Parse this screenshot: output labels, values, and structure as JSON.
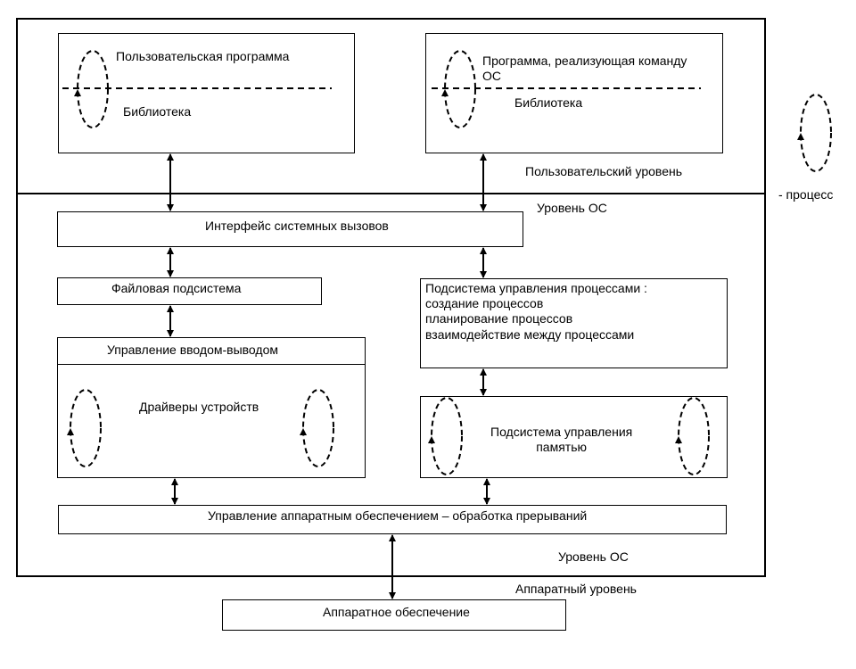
{
  "user_program": {
    "title": "Пользовательская программа",
    "library": "Библиотека"
  },
  "os_command_program": {
    "title": "Программа, реализующая команду\nОС",
    "library": "Библиотека"
  },
  "user_level_label": "Пользовательский уровень",
  "os_level_label_top": "Уровень ОС",
  "os_level_label_bottom": "Уровень ОС",
  "hardware_level_label": "Аппаратный уровень",
  "syscall_interface": "Интерфейс системных вызовов",
  "file_subsystem": "Файловая подсистема",
  "io_management": {
    "title": "Управление вводом-выводом",
    "drivers": "Драйверы устройств"
  },
  "process_subsystem": {
    "title": "Подсистема управления процессами :",
    "items": [
      "создание процессов",
      "планирование процессов",
      "взаимодействие между процессами"
    ]
  },
  "memory_subsystem": "Подсистема управления\nпамятью",
  "hardware_control": "Управление аппаратным обеспечением – обработка прерываний",
  "hardware": "Аппаратное обеспечение",
  "legend": {
    "process_label": "- процесс"
  }
}
